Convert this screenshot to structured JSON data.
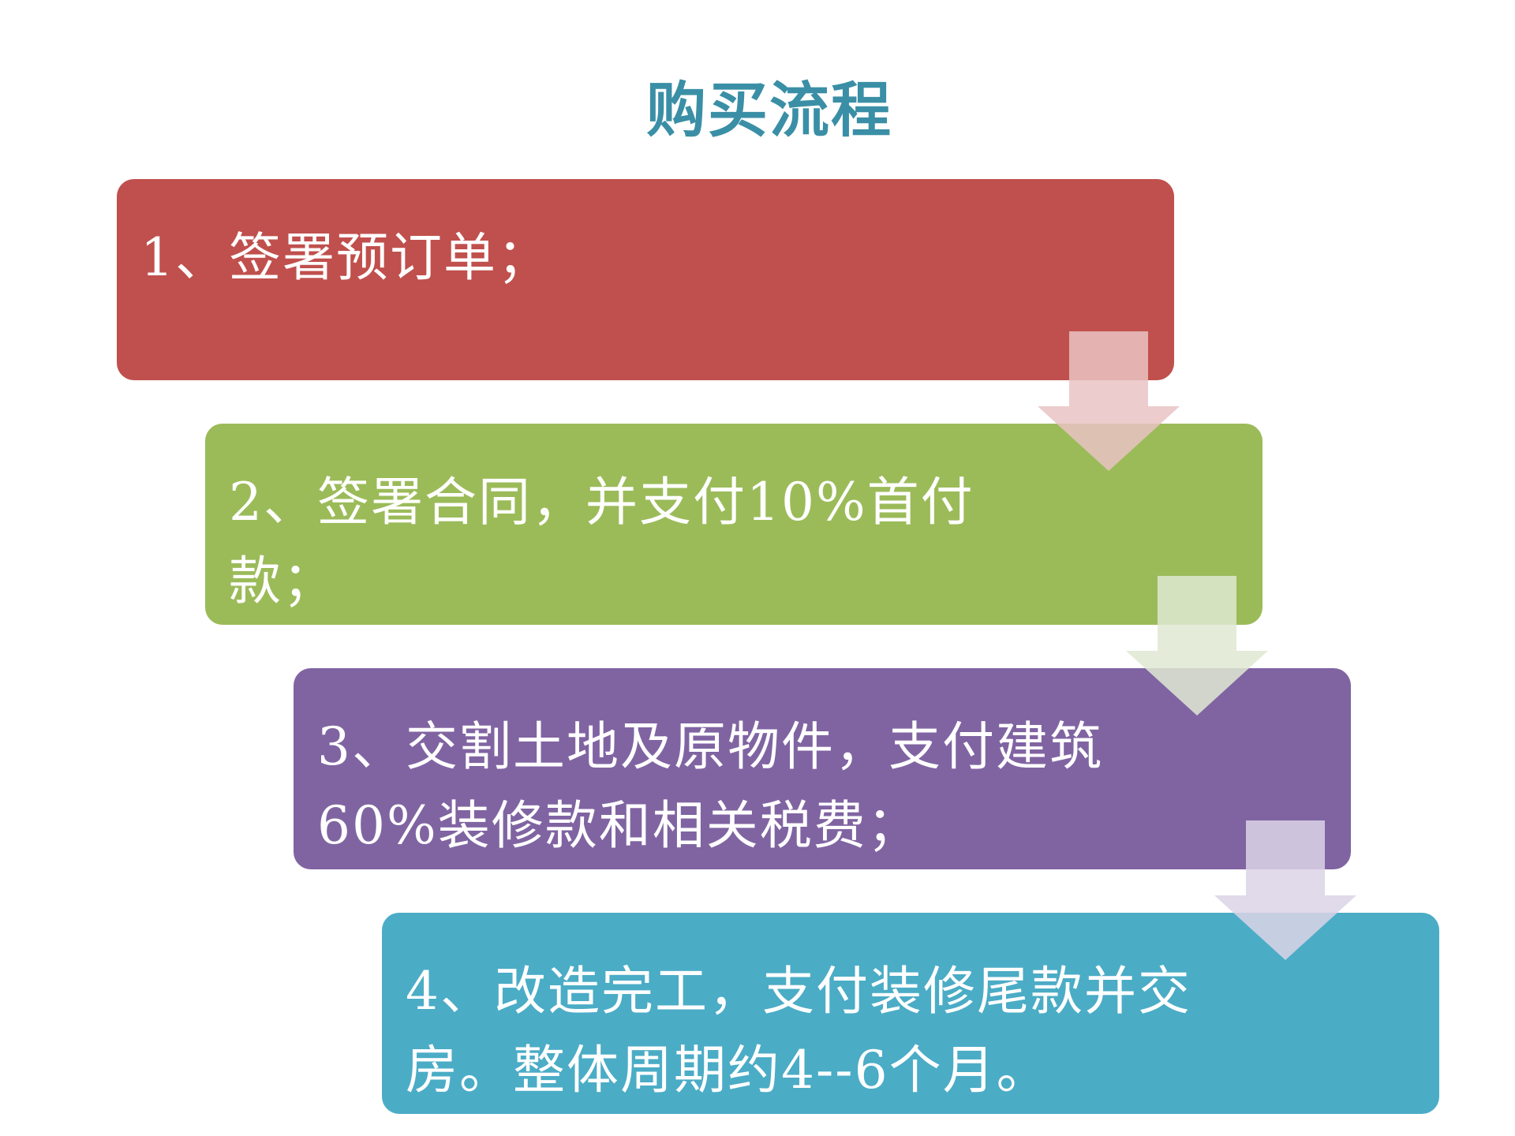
{
  "title": {
    "text": "购买流程",
    "color": "#3a8fa6"
  },
  "steps": [
    {
      "text": "1、签署预订单；",
      "color": "#c0504d",
      "arrow_color": "#e9c3c3"
    },
    {
      "text": "2、签署合同，并支付10%首付款；",
      "color": "#9bbb59",
      "arrow_color": "#dfe9d2"
    },
    {
      "text": "3、交割土地及原物件，支付建筑60%装修款和相关税费；",
      "color": "#8064a2",
      "arrow_color": "#dcd3e6"
    },
    {
      "text": "4、改造完工，支付装修尾款并交房。整体周期约4--6个月。",
      "color": "#4bacc6"
    }
  ]
}
